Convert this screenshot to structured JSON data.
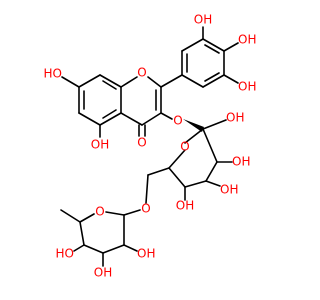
{
  "colors": {
    "bond": "#000000",
    "oxygen": "#ff0000",
    "background": "#ffffff"
  },
  "labels": {
    "ho_ring_a": "HO",
    "o_pyranone": "O",
    "oh_c5": "OH",
    "o_carbonyl": "O",
    "o_glycosidic": "O",
    "oh_b_top": "OH",
    "oh_b_mid": "OH",
    "oh_b_low": "OH",
    "o_galactose_ring": "O",
    "oh_gal_c2": "OH",
    "oh_gal_c3": "OH",
    "oh_gal_c4": "OH",
    "o_linker": "O",
    "o_rhamnose_ring": "O",
    "ho_rha_c4": "HO",
    "oh_rha_c3": "OH",
    "oh_rha_c2": "OH"
  }
}
